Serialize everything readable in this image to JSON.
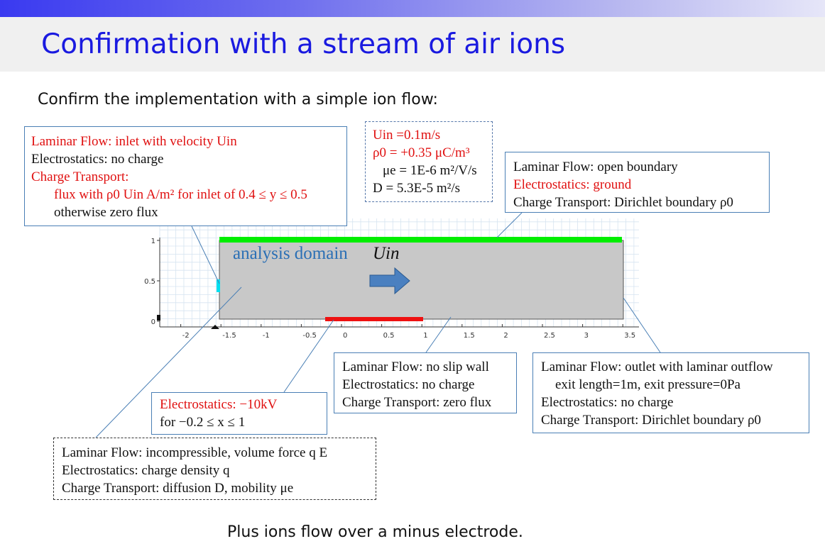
{
  "slide": {
    "title": "Confirmation with a stream of air ions",
    "subtitle": "Confirm the implementation with a simple ion flow:",
    "footer": "Plus ions flow over a minus electrode."
  },
  "params": {
    "l1": "Uin =0.1m/s",
    "l2": "ρ0 = +0.35 μC/m³",
    "l3": "μe = 1E-6 m²/V/s",
    "l4": "D = 5.3E-5 m²/s"
  },
  "inlet_box": {
    "l1": "Laminar Flow: inlet with velocity Uin",
    "l2": "Electrostatics: no charge",
    "l3": "Charge Transport:",
    "l4": "flux with ρ0 Uin A/m² for  inlet of 0.4 ≤ y ≤ 0.5",
    "l5": "otherwise zero flux"
  },
  "top_box": {
    "l1": "Laminar Flow: open boundary",
    "l2": "Electrostatics: ground",
    "l3": "Charge Transport: Dirichlet boundary  ρ0"
  },
  "wall_box": {
    "l1": "Laminar Flow: no slip wall",
    "l2": "Electrostatics: no charge",
    "l3": "Charge Transport: zero flux"
  },
  "outlet_box": {
    "l1": "Laminar Flow: outlet with laminar outflow",
    "l2": "exit length=1m, exit pressure=0Pa",
    "l3": "Electrostatics: no charge",
    "l4": "Charge Transport: Dirichlet boundary  ρ0"
  },
  "electrode_box": {
    "l1": "Electrostatics: −10kV",
    "l2": "for −0.2 ≤ x ≤ 1"
  },
  "domain_box": {
    "l1": "Laminar Flow:  incompressible, volume force  q E",
    "l2": "Electrostatics:  charge density q",
    "l3": "Charge Transport:  diffusion D, mobility μe"
  },
  "diagram": {
    "domain_label": "analysis domain",
    "velocity_label": "Uin",
    "x_ticks": [
      "-2",
      "-1.5",
      "-1",
      "-0.5",
      "0",
      "0.5",
      "1",
      "1.5",
      "2",
      "2.5",
      "3",
      "3.5"
    ],
    "y_ticks": [
      "0",
      "0.5",
      "1"
    ],
    "colors": {
      "domain": "#c8c8c8",
      "top_boundary": "#00ee00",
      "electrode": "#ee1111",
      "inlet": "#00e0f0",
      "arrow": "#4a80c0",
      "grid": "#d6e4f0"
    }
  }
}
